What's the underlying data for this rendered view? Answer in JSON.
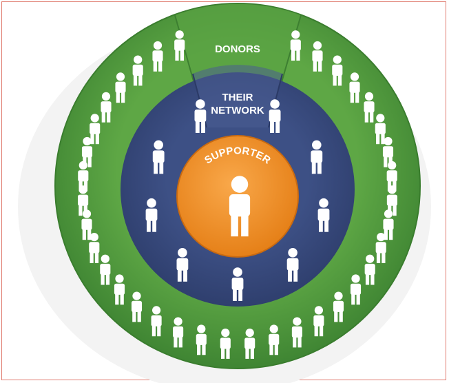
{
  "diagram": {
    "rings": {
      "outer": {
        "label": "DONORS",
        "color": "#4f9a3e"
      },
      "middle": {
        "label_line1": "THEIR",
        "label_line2": "NETWORK",
        "color": "#3a4c7e"
      },
      "center": {
        "label": "SUPPORTER",
        "color": "#f0891f"
      }
    },
    "colors": {
      "outer_light": "#6fb04e",
      "outer_dark": "#3f8533",
      "middle_dark": "#2f3f6e",
      "center_light": "#f7a33c",
      "figure": "#ffffff",
      "frame_border": "#e07a6e"
    },
    "figure_counts": {
      "donors": 36,
      "network": 9,
      "supporter": 1
    }
  }
}
